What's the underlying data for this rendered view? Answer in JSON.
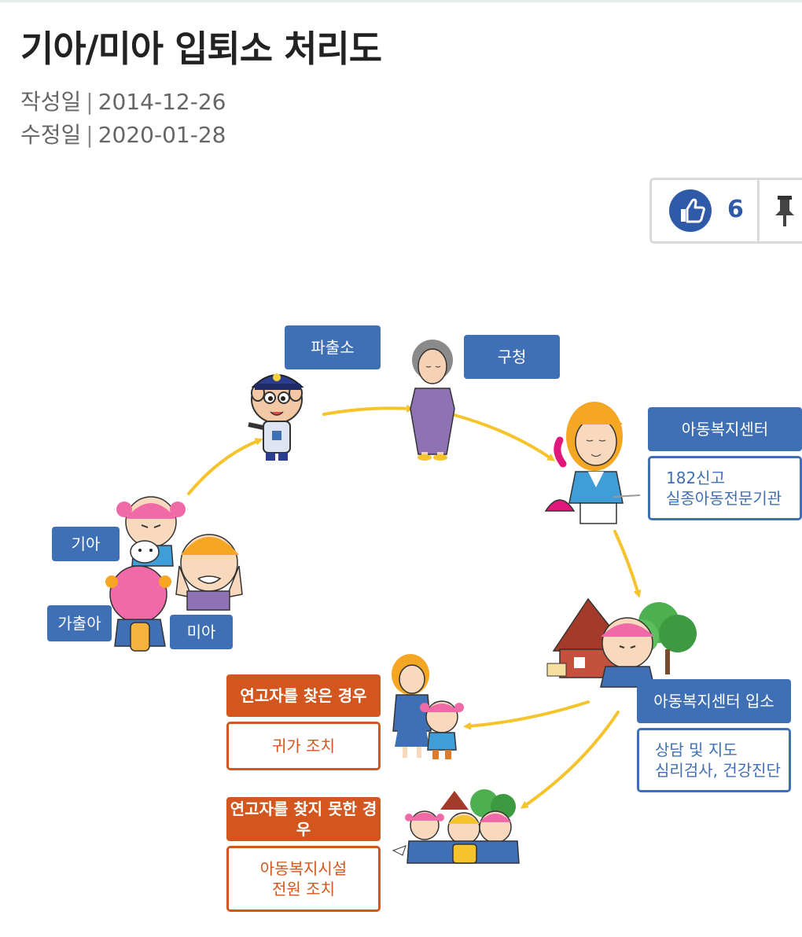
{
  "page": {
    "title": "기아/미아 입퇴소 처리도",
    "created_label": "작성일",
    "created_date": "2014-12-26",
    "modified_label": "수정일",
    "modified_date": "2020-01-28",
    "separator": "|"
  },
  "like": {
    "count": "6",
    "icon": "thumbs-up-icon",
    "pin_icon": "pin-icon",
    "color": "#2e5aa8"
  },
  "diagram": {
    "colors": {
      "blue": "#3f6fb5",
      "orange": "#d2561e",
      "arrow": "#f5c32c"
    },
    "labels": {
      "police": "파출소",
      "district_office": "구청",
      "child_center": "아동복지센터",
      "child_center_detail": "182신고\n실종아동전문기관",
      "abandoned_child": "기아",
      "runaway": "가출아",
      "lost_child": "미아",
      "admission": "아동복지센터 입소",
      "admission_detail": "상담 및 지도\n심리검사, 건강진단",
      "guardian_found": "연고자를 찾은 경우",
      "return_home": "귀가 조치",
      "guardian_not_found": "연고자를 찾지 못한 경우",
      "transfer": "아동복지시설\n전원 조치"
    }
  }
}
